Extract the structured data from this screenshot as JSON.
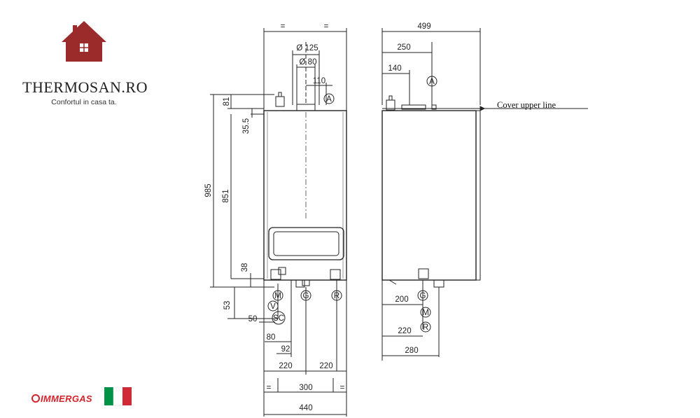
{
  "brand": {
    "name": "THERMOSAN.RO",
    "tagline": "Confortul in casa ta.",
    "color": "#9b2b2b"
  },
  "maker": {
    "name": "IMMERGAS",
    "color": "#d2232a",
    "flag_colors": [
      "#009246",
      "#ffffff",
      "#ce2b37"
    ]
  },
  "front_view": {
    "top_marks": [
      "=",
      "="
    ],
    "flue_dims": [
      "Ø 125",
      "Ø 80",
      "110"
    ],
    "left_dims": [
      "81",
      "35.5",
      "985",
      "851",
      "38",
      "53"
    ],
    "bottom_left_dims": [
      "50",
      "80",
      "92"
    ],
    "bottom_dims": [
      "220",
      "220",
      "300",
      "440"
    ],
    "bottom_marks": [
      "=",
      "="
    ],
    "connections": [
      "M",
      "V",
      "SC",
      "G",
      "R",
      "A"
    ]
  },
  "side_view": {
    "top_dims": [
      "499",
      "250",
      "140"
    ],
    "note": "Cover upper line",
    "bottom_dims": [
      "200",
      "220",
      "280"
    ],
    "connections": [
      "A",
      "G",
      "M",
      "R"
    ]
  }
}
